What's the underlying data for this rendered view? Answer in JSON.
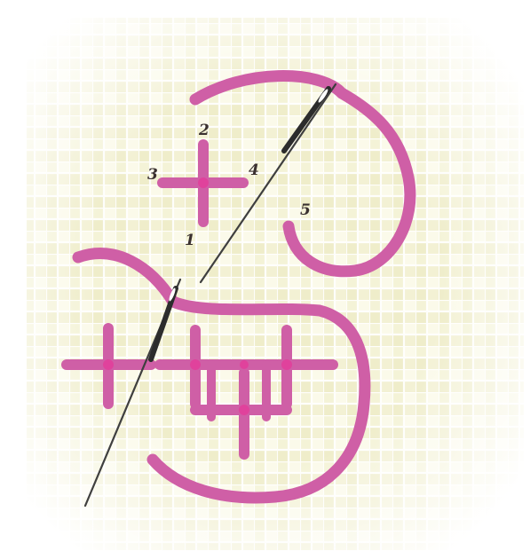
{
  "diagram": {
    "step_labels": [
      "1",
      "2",
      "3",
      "4",
      "5"
    ]
  },
  "colors": {
    "thread": "#cf5fa6",
    "thread_dark": "#b24a8c",
    "stitch_center": "#e0429c",
    "needle": "#4b4b4b",
    "canvas_light": "#f9f7e3",
    "canvas_weave": "#ece9bf",
    "label": "#3a3030"
  },
  "icons": [
    "needle-icon",
    "cross-stitch-icon"
  ]
}
